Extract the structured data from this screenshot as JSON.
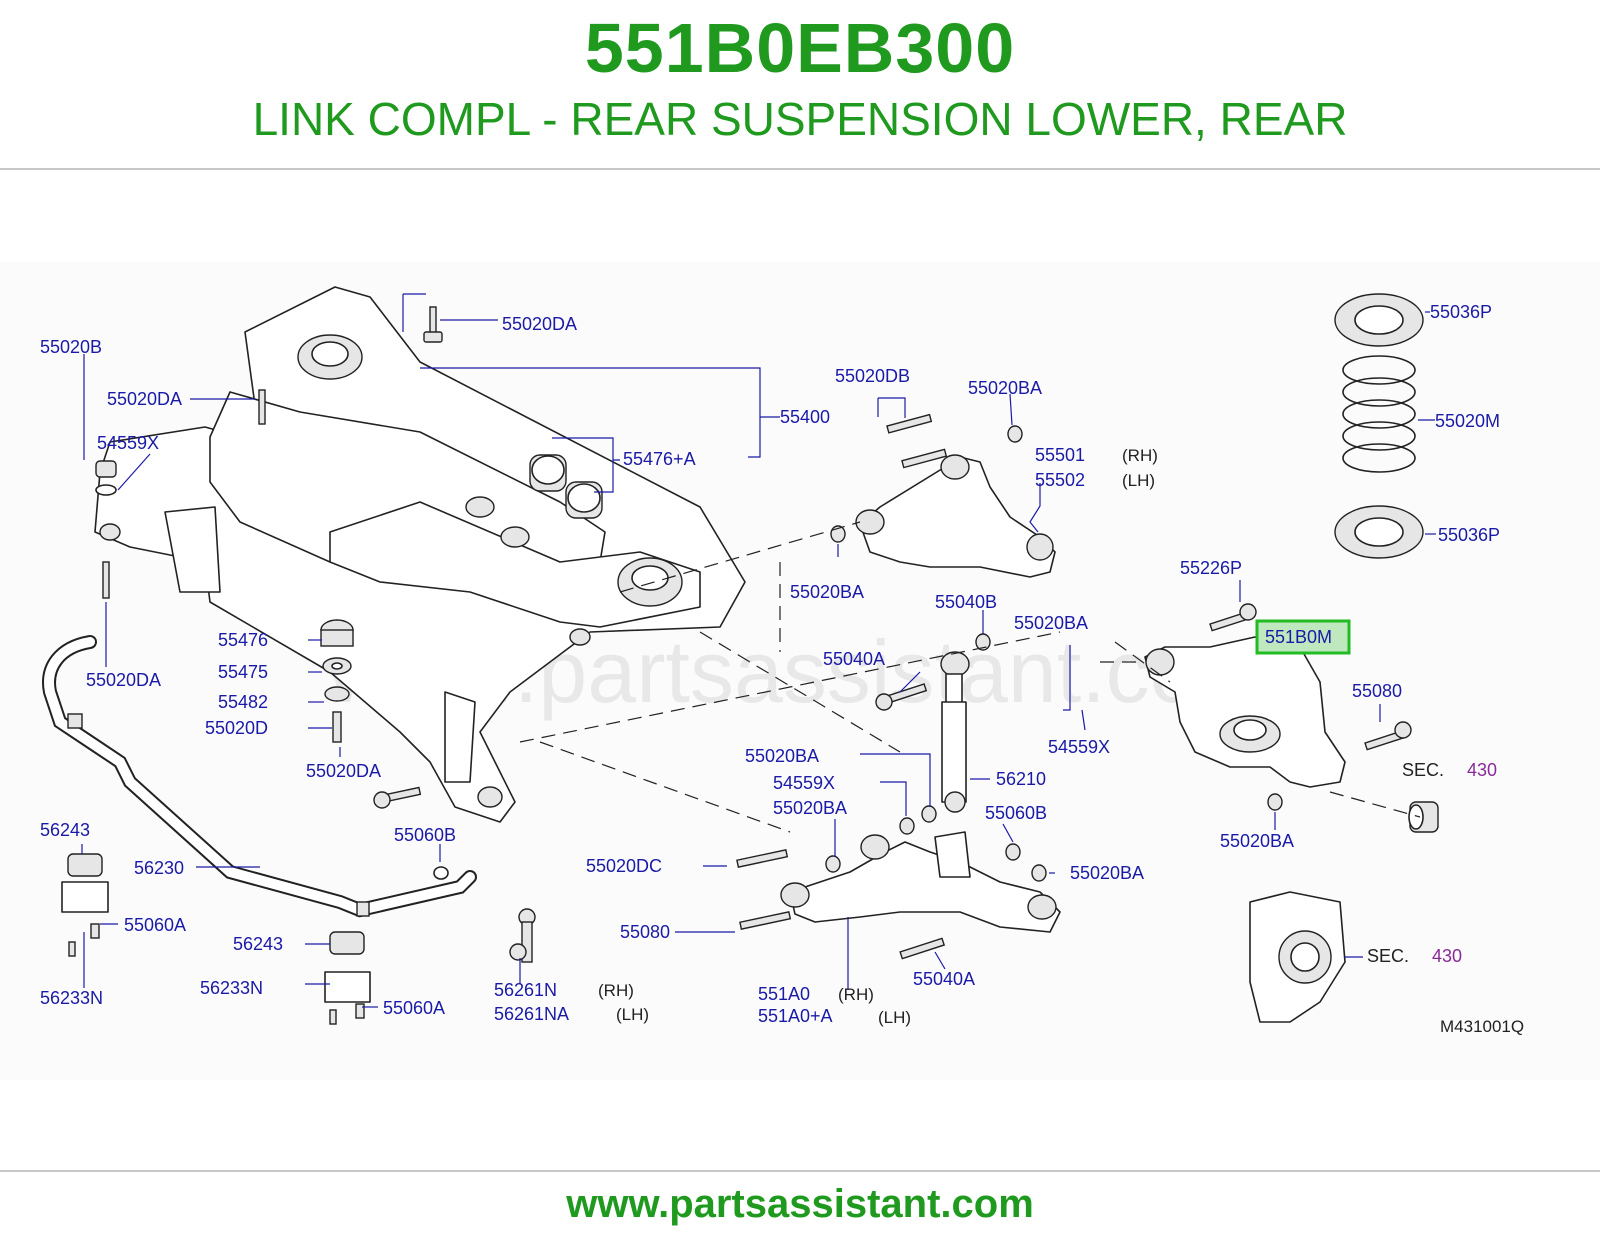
{
  "header": {
    "part_number": "551B0EB300",
    "title": "LINK COMPL - REAR SUSPENSION LOWER, REAR"
  },
  "diagram": {
    "watermark": "www.partsassistant.com",
    "drawing_code": "M431001Q",
    "highlight_color": "#22bb22",
    "labels": {
      "l55020DA_top": "55020DA",
      "l55020B": "55020B",
      "l55020DA_a": "55020DA",
      "l54559X_a": "54559X",
      "l55400": "55400",
      "l55476A": "55476+A",
      "l55020DA_b": "55020DA",
      "l55476": "55476",
      "l55475": "55475",
      "l55482": "55482",
      "l55020D": "55020D",
      "l55020DA_c": "55020DA",
      "l55060B_a": "55060B",
      "l56243_a": "56243",
      "l56230": "56230",
      "l55060A_a": "55060A",
      "l56243_b": "56243",
      "l56233N_a": "56233N",
      "l56233N_b": "56233N",
      "l55060A_b": "55060A",
      "l56261N": "56261N",
      "l56261NA": "56261NA",
      "l55020DB": "55020DB",
      "l55020BA_a": "55020BA",
      "l55501": "55501",
      "l55502": "55502",
      "l55020BA_b": "55020BA",
      "l55040B": "55040B",
      "l55040A_a": "55040A",
      "l55020BA_c": "55020BA",
      "l54559X_b": "54559X",
      "l56210": "56210",
      "l55020BA_d": "55020BA",
      "l54559X_c": "54559X",
      "l55020BA_e": "55020BA",
      "l55060B_b": "55060B",
      "l55020DC": "55020DC",
      "l55020BA_f": "55020BA",
      "l55080_a": "55080",
      "l551A0": "551A0",
      "l551A0A": "551A0+A",
      "l55040A_b": "55040A",
      "l55036P_a": "55036P",
      "l55020M": "55020M",
      "l55036P_b": "55036P",
      "l55226P": "55226P",
      "l551B0M": "551B0M",
      "l55080_b": "55080",
      "l55020BA_g": "55020BA",
      "sec_a": "SEC.",
      "sec_a_num": "430",
      "sec_b": "SEC.",
      "sec_b_num": "430"
    },
    "sides": {
      "s55501": "(RH)",
      "s55502": "(LH)",
      "s56261N": "(RH)",
      "s56261NA": "(LH)",
      "s551A0": "(RH)",
      "s551A0A": "(LH)"
    }
  },
  "footer": {
    "url": "www.partsassistant.com"
  }
}
